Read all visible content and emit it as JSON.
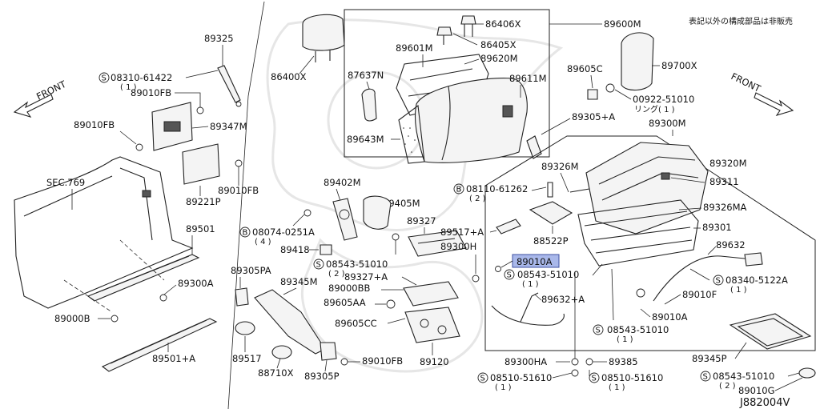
{
  "note": "表記以外の構成部品は非販売",
  "diagram_code": "J882004V",
  "front_left": "FRONT",
  "front_right": "FRONT",
  "s_symbol": "S",
  "b_symbol": "B",
  "parts": {
    "p89325": "89325",
    "p08310": "08310-61422",
    "p08310_qty": "( 1 )",
    "p89010fb_a": "89010FB",
    "p89010fb_b": "89010FB",
    "p89010fb_c": "89010FB",
    "p89010fb_d": "89010FB",
    "p89347m": "89347M",
    "p89221p": "89221P",
    "sec769": "SEC.769",
    "p89501": "89501",
    "p89300a": "89300A",
    "p89000b": "89000B",
    "p89501a": "89501+A",
    "p86400x": "86400X",
    "p86406x": "86406X",
    "p86405x": "86405X",
    "p89600m": "89600M",
    "p89601m": "89601M",
    "p89620m": "89620M",
    "p87637n": "87637N",
    "p89611m": "89611M",
    "p89643m": "89643M",
    "p89605c": "89605C",
    "p89700x": "89700X",
    "p00922": "00922-51010",
    "p00922_note": "リング( 1 )",
    "p89305a": "89305+A",
    "p89300m": "89300M",
    "p89402m": "89402M",
    "p89405m": "89405M",
    "p89326m": "89326M",
    "p89320m": "89320M",
    "p89311": "89311",
    "p08110": "08110-61262",
    "p08110_qty": "( 2 )",
    "p89326ma": "89326MA",
    "p89327": "89327",
    "p89517a": "89517+A",
    "p88522p": "88522P",
    "p89301": "89301",
    "p08074": "08074-0251A",
    "p08074_qty": "( 4 )",
    "p89300h": "89300H",
    "p89632": "89632",
    "p89418": "89418",
    "p08543_a": "08543-51010",
    "p08543_a_qty": "( 2 )",
    "p89010a_hl": "89010A",
    "p08543_b": "08543-51010",
    "p08543_b_qty": "( 1 )",
    "p89327a": "89327+A",
    "p08340": "08340-5122A",
    "p08340_qty": "( 1 )",
    "p89305pa": "89305PA",
    "p89345m": "89345M",
    "p89000bb": "89000BB",
    "p89010f": "89010F",
    "p89605aa": "89605AA",
    "p89632a": "89632+A",
    "p89010a": "89010A",
    "p89605cc": "89605CC",
    "p08543_c": "08543-51010",
    "p08543_c_qty": "( 1 )",
    "p89517": "89517",
    "p88710x": "88710X",
    "p89305p": "89305P",
    "p89120": "89120",
    "p89300ha": "89300HA",
    "p89385": "89385",
    "p89345p": "89345P",
    "p08510_a": "08510-51610",
    "p08510_a_qty": "( 1 )",
    "p08510_b": "08510-51610",
    "p08510_b_qty": "( 1 )",
    "p08543_d": "08543-51010",
    "p08543_d_qty": "( 2 )",
    "p89010g": "89010G"
  }
}
